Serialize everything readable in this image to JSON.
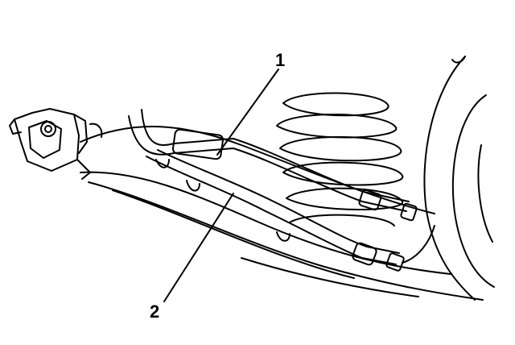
{
  "callouts": [
    {
      "id": "1",
      "label": "1"
    },
    {
      "id": "2",
      "label": "2"
    }
  ],
  "colors": {
    "ink": "#000000",
    "paper": "#ffffff"
  }
}
